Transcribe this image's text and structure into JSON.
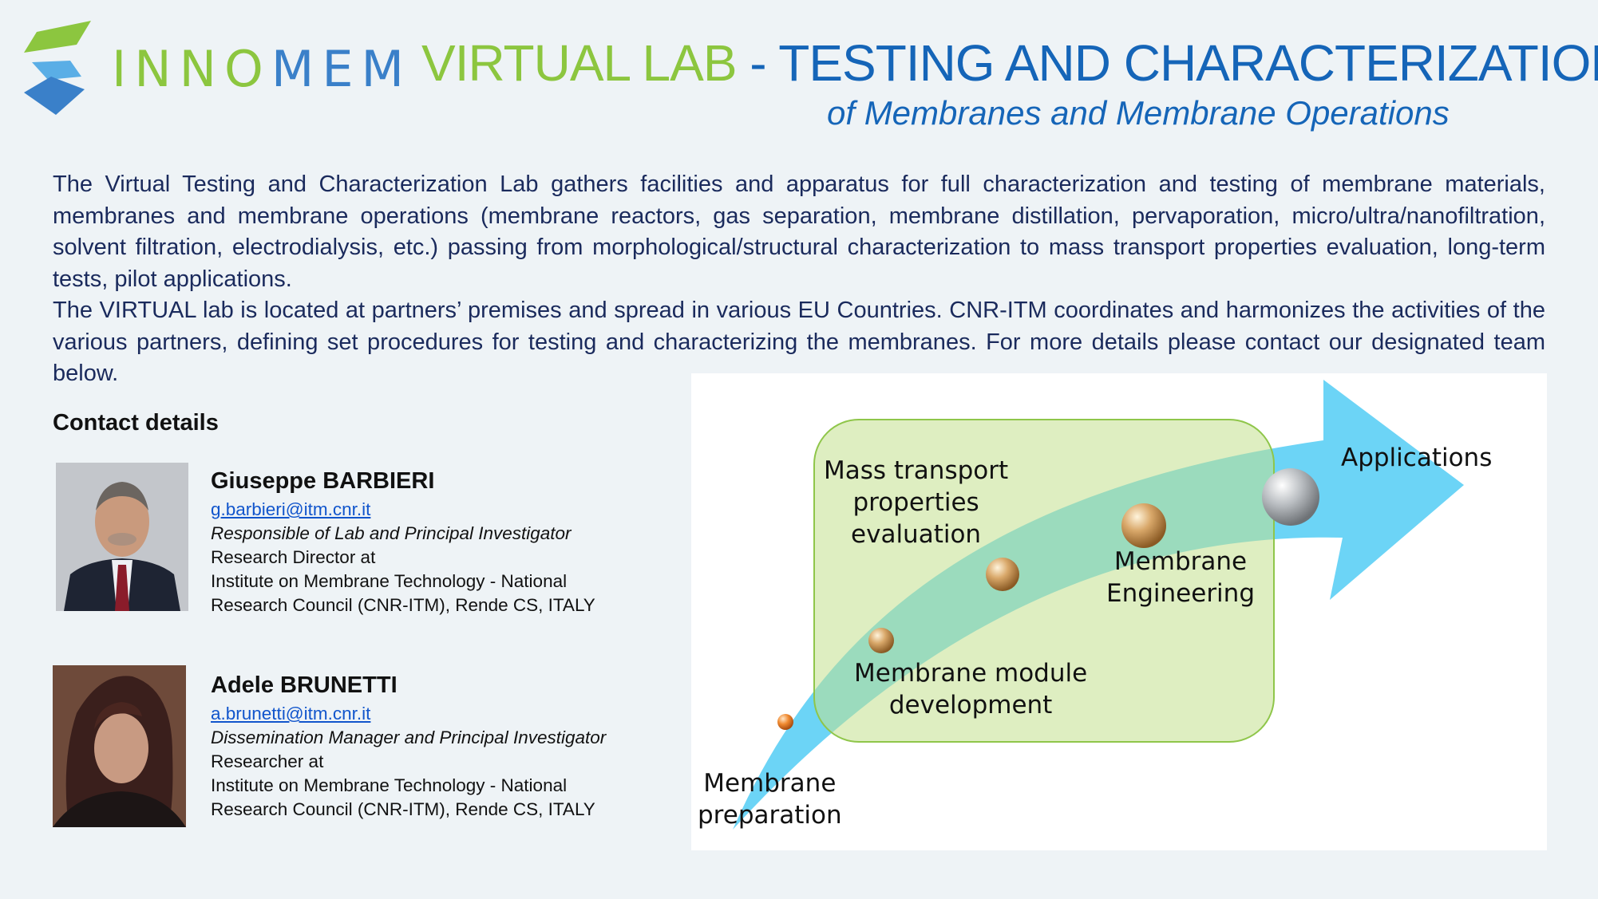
{
  "header": {
    "logo_text_green": "INNO",
    "logo_text_blue": "MEM",
    "title_green": "VIRTUAL LAB",
    "title_dash": " - ",
    "title_blue": "TESTING AND CHARACTERIZATION",
    "subtitle": "of Membranes and Membrane Operations"
  },
  "intro": {
    "paragraph1": "The Virtual Testing and Characterization Lab gathers facilities and apparatus for full characterization and testing of membrane materials, membranes and membrane operations (membrane reactors, gas separation, membrane distillation, pervaporation, micro/ultra/nanofiltration, solvent filtration, electrodialysis, etc.) passing from morphological/structural characterization to mass transport properties evaluation, long-term tests, pilot applications.",
    "paragraph2": "The VIRTUAL lab is located at partners’ premises and spread in various EU Countries. CNR-ITM coordinates and harmonizes the activities of the various partners, defining set procedures for testing and characterizing the membranes. For more details please contact our designated team below."
  },
  "contacts": {
    "heading": "Contact details",
    "people": [
      {
        "name": "Giuseppe BARBIERI",
        "email": "g.barbieri@itm.cnr.it",
        "role": "Responsible of Lab and Principal Investigator",
        "position": "Research Director at",
        "institute_line1": "Institute on Membrane Technology - National",
        "institute_line2": "Research Council (CNR-ITM), Rende CS, ITALY"
      },
      {
        "name": "Adele BRUNETTI",
        "email": "a.brunetti@itm.cnr.it",
        "role": "Dissemination Manager and Principal Investigator",
        "position": "Researcher at",
        "institute_line1": "Institute on Membrane Technology - National",
        "institute_line2": "Research Council (CNR-ITM), Rende CS, ITALY"
      }
    ]
  },
  "diagram": {
    "mass_transport_1": "Mass transport",
    "mass_transport_2": "properties",
    "mass_transport_3": "evaluation",
    "membrane_eng_1": "Membrane",
    "membrane_eng_2": "Engineering",
    "module_dev_1": "Membrane module",
    "module_dev_2": "development",
    "prep_1": "Membrane",
    "prep_2": "preparation",
    "applications": "Applications",
    "colors": {
      "arrow": "#5fd0f5",
      "box_fill": "#d6eab0",
      "box_stroke": "#8fc64a"
    }
  }
}
